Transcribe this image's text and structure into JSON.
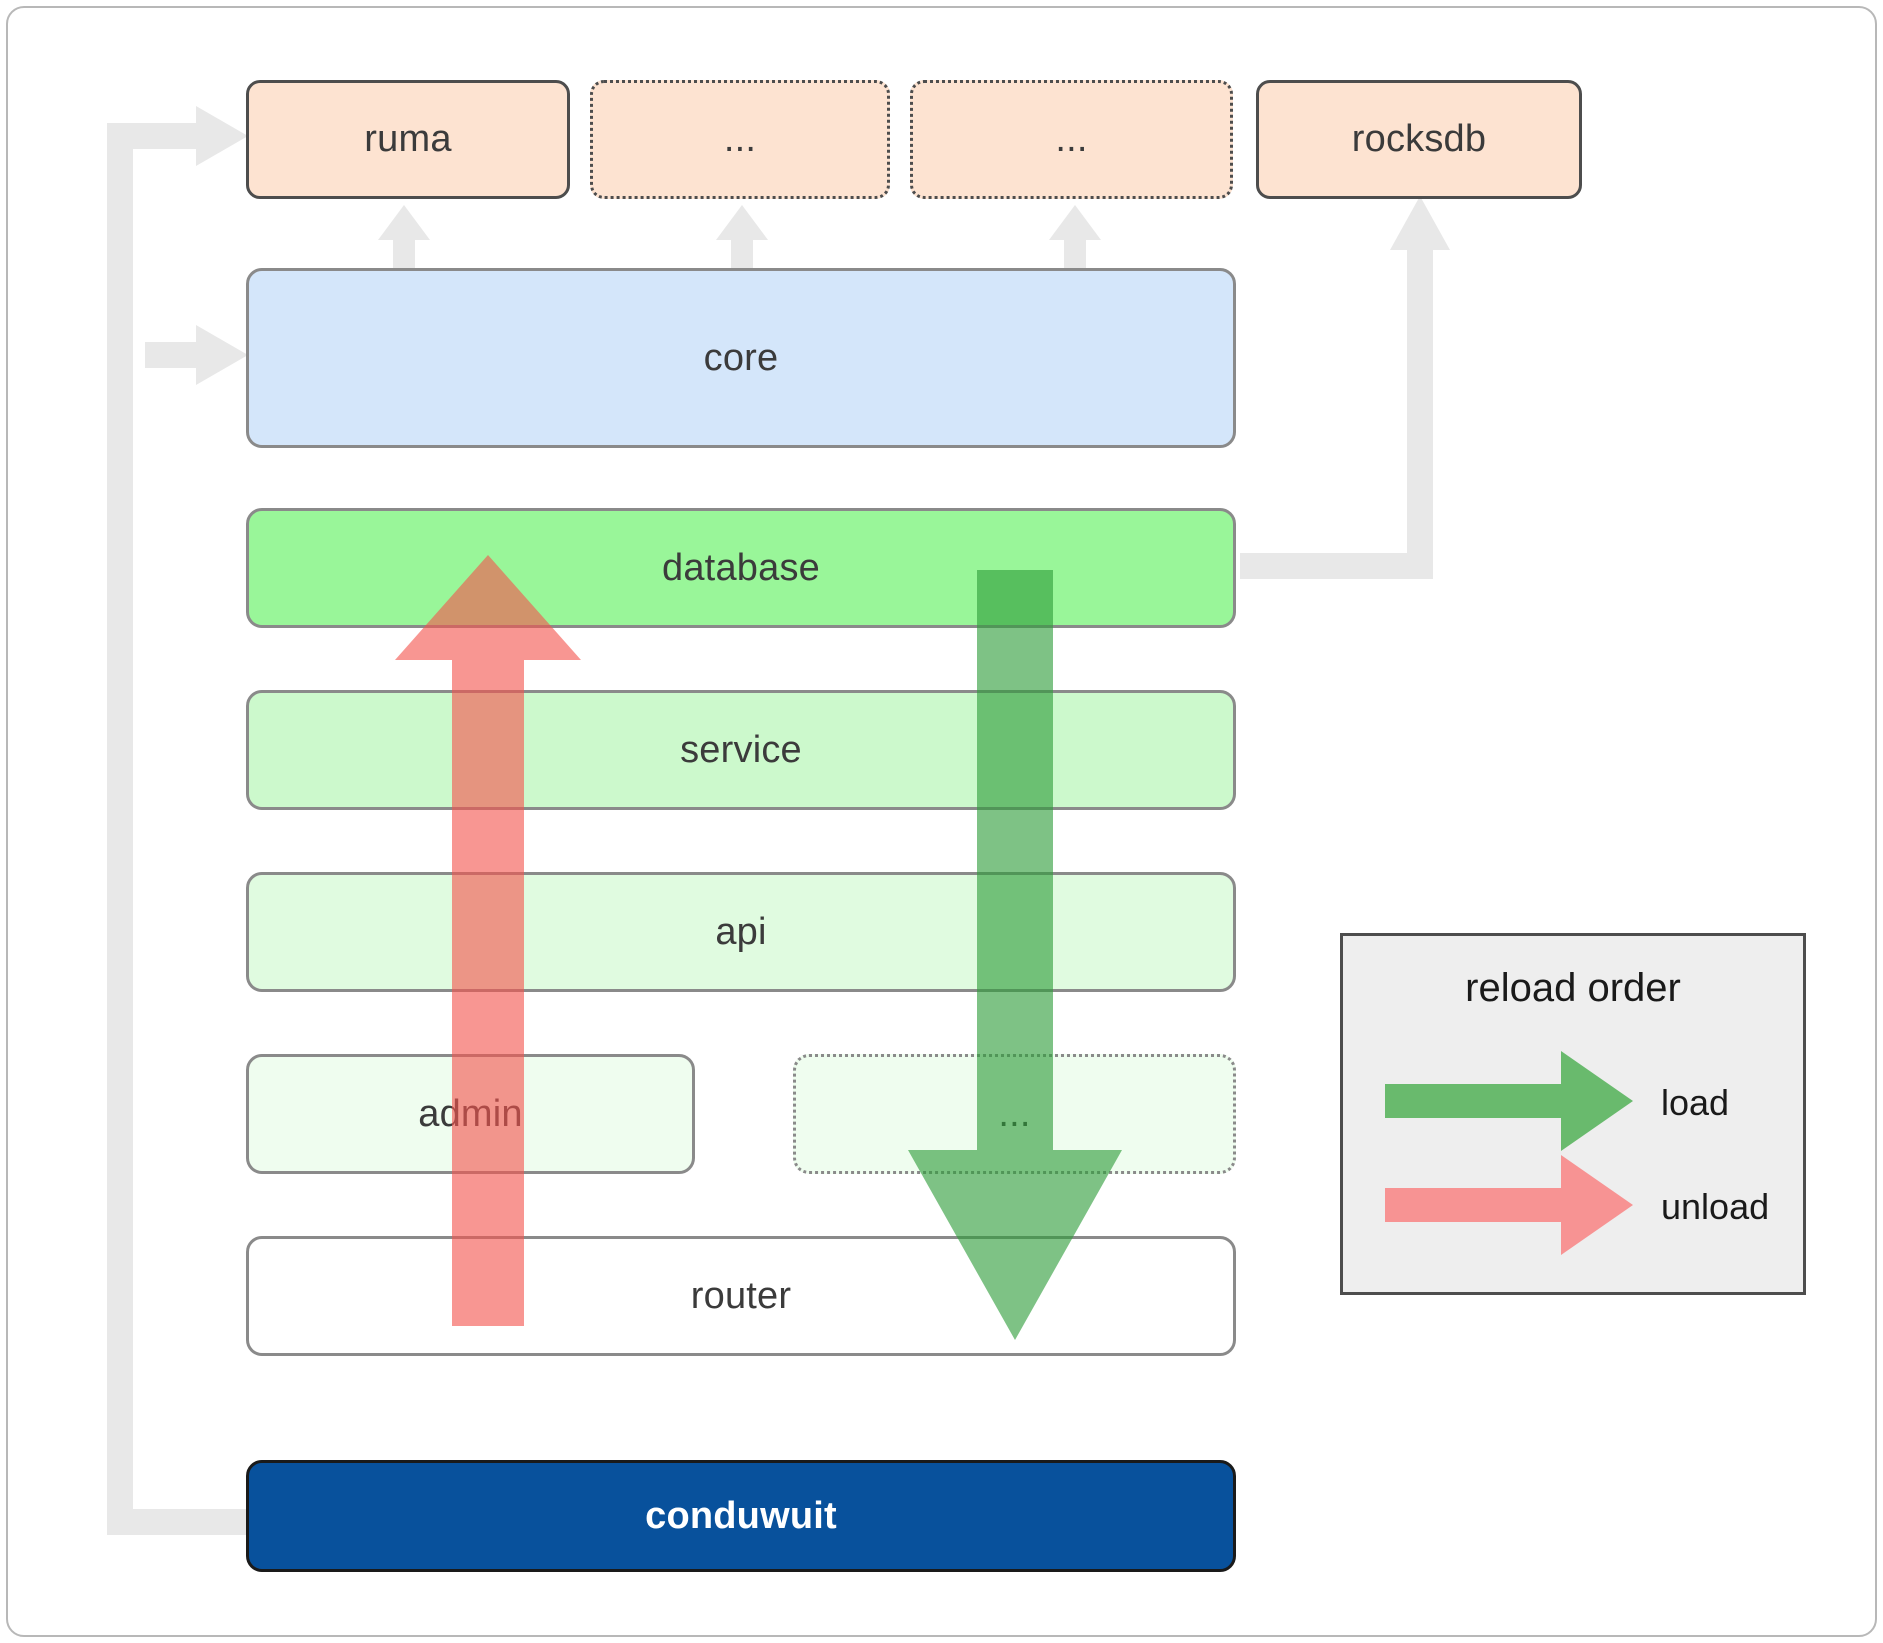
{
  "diagram": {
    "title": "conduwuit crate layering / reload order",
    "colors": {
      "dependency_fill": "#fde3d1",
      "dependency_border": "#4d4d4d",
      "core_fill": "#d4e6fa",
      "database_fill": "#99f699",
      "service_fill": "#ccf9cc",
      "api_fill": "#e0fbe0",
      "admin_fill": "#effdef",
      "router_fill": "#ffffff",
      "binary_fill": "#08519c",
      "binary_text": "#ffffff",
      "load_arrow": "#4caf50",
      "unload_arrow": "#f97f7f",
      "connector": "#e8e8e8",
      "legend_fill": "#eeeeee",
      "box_border": "#8a8a8a"
    },
    "dependencies": [
      {
        "label": "ruma",
        "style": "solid"
      },
      {
        "label": "...",
        "style": "dotted"
      },
      {
        "label": "...",
        "style": "dotted"
      },
      {
        "label": "rocksdb",
        "style": "solid"
      }
    ],
    "core": {
      "label": "core"
    },
    "layers": [
      {
        "label": "database",
        "style": "solid"
      },
      {
        "label": "service",
        "style": "solid"
      },
      {
        "label": "api",
        "style": "solid"
      }
    ],
    "split_row": [
      {
        "label": "admin",
        "style": "solid"
      },
      {
        "label": "...",
        "style": "dotted"
      }
    ],
    "router": {
      "label": "router",
      "style": "solid"
    },
    "binary": {
      "label": "conduwuit"
    },
    "legend": {
      "title": "reload order",
      "entries": [
        {
          "label": "load",
          "color": "#4caf50",
          "direction": "down"
        },
        {
          "label": "unload",
          "color": "#f97f7f",
          "direction": "up"
        }
      ]
    }
  }
}
